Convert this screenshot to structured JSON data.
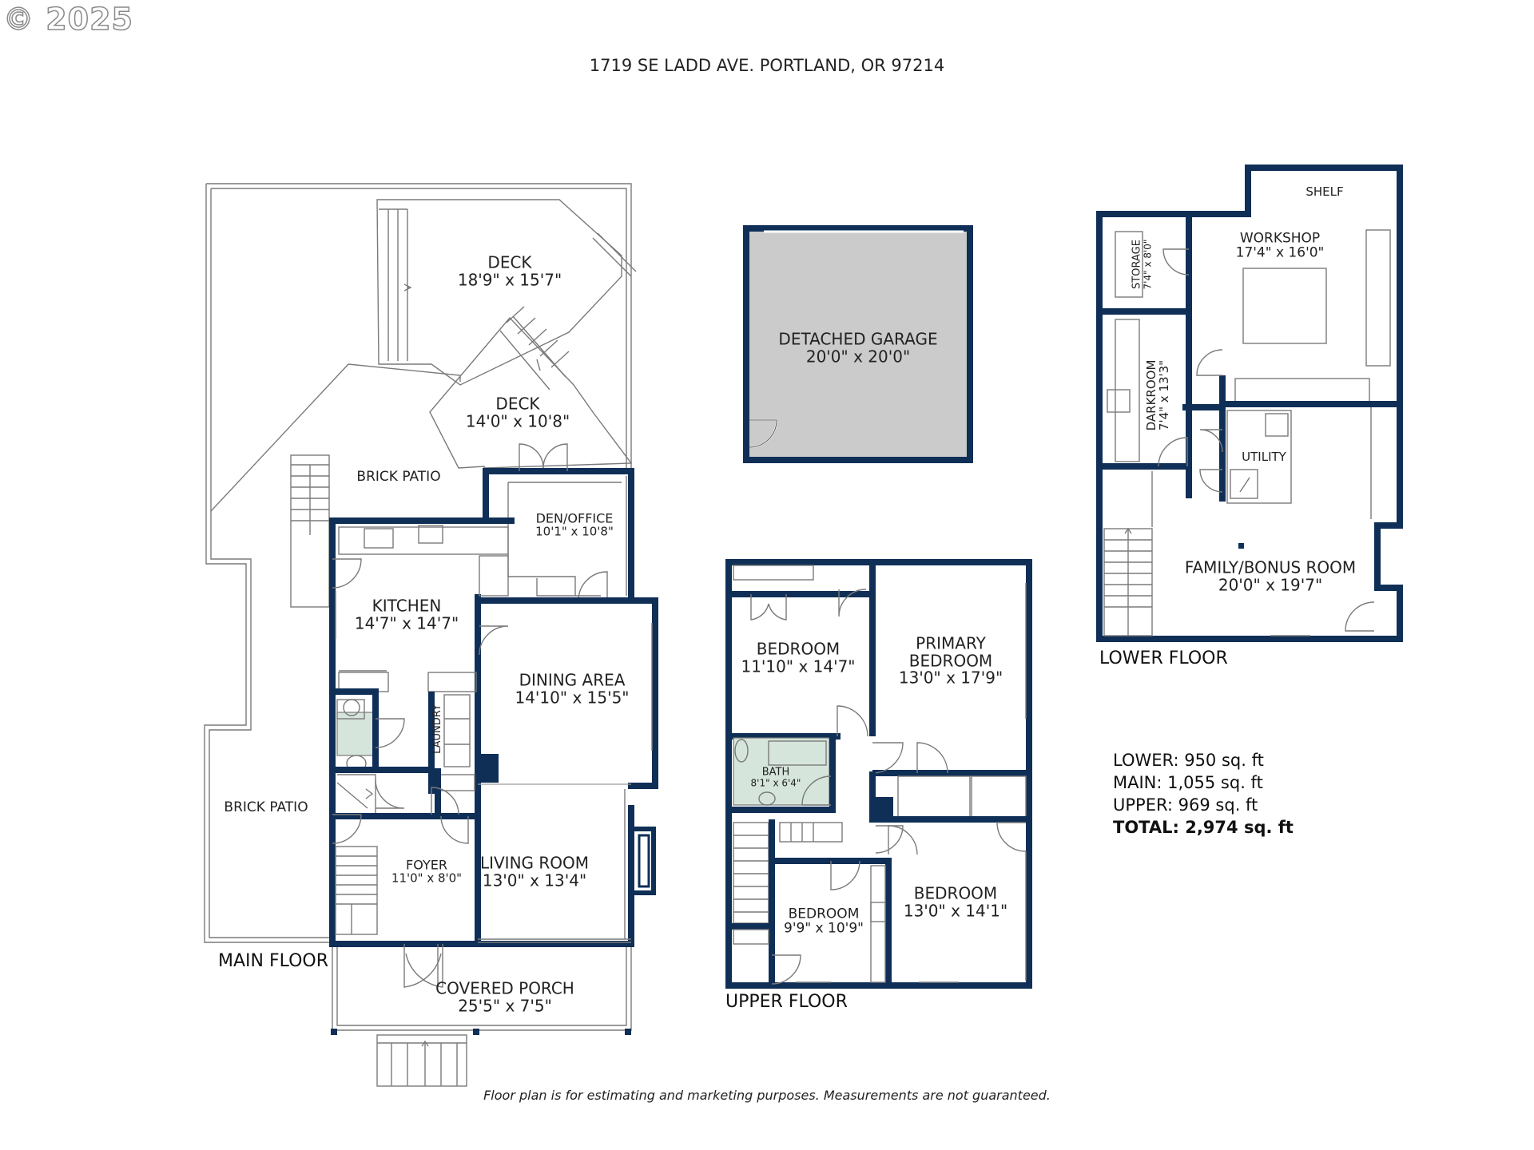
{
  "copyright": "© 2025",
  "address": "1719 SE LADD AVE. PORTLAND, OR 97214",
  "floors": {
    "main": {
      "label": "MAIN FLOOR",
      "rooms": [
        {
          "id": "deck-1",
          "name": "DECK",
          "dims": "18'9\" x 15'7\""
        },
        {
          "id": "deck-2",
          "name": "DECK",
          "dims": "14'0\" x 10'8\""
        },
        {
          "id": "brick-patio-1",
          "name": "BRICK PATIO",
          "dims": ""
        },
        {
          "id": "brick-patio-2",
          "name": "BRICK PATIO",
          "dims": ""
        },
        {
          "id": "den-office",
          "name": "DEN/OFFICE",
          "dims": "10'1\" x 10'8\""
        },
        {
          "id": "kitchen",
          "name": "KITCHEN",
          "dims": "14'7\" x 14'7\""
        },
        {
          "id": "dining-area",
          "name": "DINING AREA",
          "dims": "14'10\" x 15'5\""
        },
        {
          "id": "laundry",
          "name": "LAUNDRY",
          "dims": ""
        },
        {
          "id": "foyer",
          "name": "FOYER",
          "dims": "11'0\" x 8'0\""
        },
        {
          "id": "living-room",
          "name": "LIVING ROOM",
          "dims": "13'0\" x 13'4\""
        },
        {
          "id": "covered-porch",
          "name": "COVERED PORCH",
          "dims": "25'5\" x 7'5\""
        }
      ]
    },
    "garage": {
      "rooms": [
        {
          "id": "detached-garage",
          "name": "DETACHED GARAGE",
          "dims": "20'0\" x 20'0\""
        }
      ]
    },
    "upper": {
      "label": "UPPER FLOOR",
      "rooms": [
        {
          "id": "bedroom-1",
          "name": "BEDROOM",
          "dims": "11'10\" x 14'7\""
        },
        {
          "id": "primary-bedroom",
          "name": "PRIMARY BEDROOM",
          "dims": "13'0\" x 17'9\""
        },
        {
          "id": "bath",
          "name": "BATH",
          "dims": "8'1\" x 6'4\""
        },
        {
          "id": "bedroom-2",
          "name": "BEDROOM",
          "dims": "9'9\" x 10'9\""
        },
        {
          "id": "bedroom-3",
          "name": "BEDROOM",
          "dims": "13'0\" x 14'1\""
        }
      ]
    },
    "lower": {
      "label": "LOWER FLOOR",
      "rooms": [
        {
          "id": "shelf",
          "name": "SHELF",
          "dims": ""
        },
        {
          "id": "storage",
          "name": "STORAGE",
          "dims": "7'4\" x 8'0\""
        },
        {
          "id": "workshop",
          "name": "WORKSHOP",
          "dims": "17'4\" x 16'0\""
        },
        {
          "id": "darkroom",
          "name": "DARKROOM",
          "dims": "7'4\" x 13'3\""
        },
        {
          "id": "utility",
          "name": "UTILITY",
          "dims": ""
        },
        {
          "id": "family-bonus-room",
          "name": "FAMILY/BONUS ROOM",
          "dims": "20'0\" x 19'7\""
        }
      ]
    }
  },
  "square_footage": {
    "lower": "LOWER: 950 sq. ft",
    "main": "MAIN: 1,055 sq. ft",
    "upper": "UPPER: 969 sq. ft",
    "total": "TOTAL: 2,974 sq. ft"
  },
  "disclaimer": "Floor plan is for estimating and marketing purposes. Measurements are not guaranteed.",
  "colors": {
    "wall": "#0f2f57",
    "garage_fill": "#cbcbcb",
    "bath_fill": "#d5e5dc",
    "thin_line": "#7a7a7a"
  }
}
